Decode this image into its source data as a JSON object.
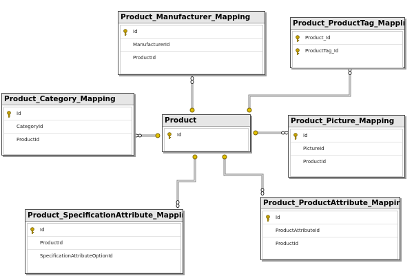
{
  "diagram": {
    "colors": {
      "border": "#4d4d4d",
      "title_bg": "#e6e6e6",
      "connector": "#808080",
      "key": "#c8a400"
    },
    "tables": {
      "manufacturer": {
        "title": "Product_Manufacturer_Mapping",
        "columns": [
          {
            "name": "Id",
            "pk": true
          },
          {
            "name": "ManufacturerId",
            "pk": false
          },
          {
            "name": "ProductId",
            "pk": false
          }
        ]
      },
      "tag": {
        "title": "Product_ProductTag_Mapping",
        "columns": [
          {
            "name": "Product_Id",
            "pk": true
          },
          {
            "name": "ProductTag_Id",
            "pk": true
          }
        ]
      },
      "category": {
        "title": "Product_Category_Mapping",
        "columns": [
          {
            "name": "Id",
            "pk": true
          },
          {
            "name": "CategoryId",
            "pk": false
          },
          {
            "name": "ProductId",
            "pk": false
          }
        ]
      },
      "product": {
        "title": "Product",
        "columns": [
          {
            "name": "Id",
            "pk": true
          }
        ]
      },
      "picture": {
        "title": "Product_Picture_Mapping",
        "columns": [
          {
            "name": "Id",
            "pk": true
          },
          {
            "name": "PictureId",
            "pk": false
          },
          {
            "name": "ProductId",
            "pk": false
          }
        ]
      },
      "spec": {
        "title": "Product_SpecificationAttribute_Mapping",
        "columns": [
          {
            "name": "Id",
            "pk": true
          },
          {
            "name": "ProductId",
            "pk": false
          },
          {
            "name": "SpecificationAttributeOptionId",
            "pk": false
          }
        ]
      },
      "attribute": {
        "title": "Product_ProductAttribute_Mapping",
        "columns": [
          {
            "name": "Id",
            "pk": true
          },
          {
            "name": "ProductAttributeId",
            "pk": false
          },
          {
            "name": "ProductId",
            "pk": false
          }
        ]
      }
    },
    "relationships": [
      {
        "from": "manufacturer",
        "to": "product"
      },
      {
        "from": "tag",
        "to": "product"
      },
      {
        "from": "category",
        "to": "product"
      },
      {
        "from": "picture",
        "to": "product"
      },
      {
        "from": "spec",
        "to": "product"
      },
      {
        "from": "attribute",
        "to": "product"
      }
    ]
  }
}
